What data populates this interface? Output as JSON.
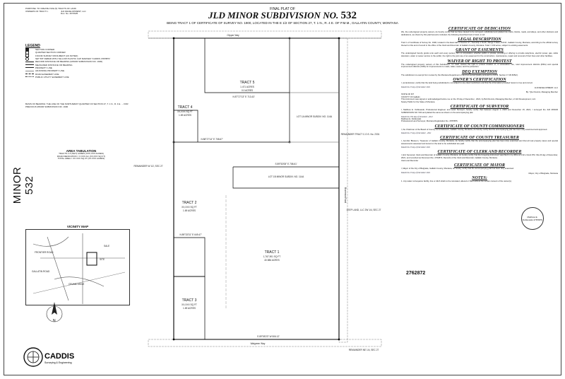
{
  "header": {
    "purpose_line": "PURPOSE:   TO CREATE FIVE (5) TRACTS OF LAND",
    "owner_rows": [
      [
        "OWNERS OF TRACT 1:",
        "JLD DEVELOPMENT, LLC"
      ],
      [
        "",
        "Doc. No. 2674625"
      ],
      [
        "",
        ""
      ]
    ],
    "final_plat": "FINAL PLAT OF",
    "title": "JLD MINOR SUBDIVISION NO.",
    "title_number": "532",
    "subtitle1": "BEING TRACT 1 OF CERTIFICATE OF SURVEY NO. 1900, LOCATED IN THE E 1/2 OF SECTION 27, T. 1 N., R. 4 E. OF P.M.M., GALLATIN COUNTY, MONTANA",
    "side_label": "MINOR 532"
  },
  "legend": {
    "heading": "LEGEND",
    "items": [
      "SECTION CORNER",
      "QUARTER SECTION CORNER",
      "FOUND SURVEY MONUMENT (AS NOTED)",
      "SET 5/8\" REBAR WITH YELLOW PLASTIC CAP MARKED \"CADDIS 47878PS\"",
      "RECORD DISTANCE OR BEARING (MINOR SUBDIVISION NO. 1900)",
      "MEASURED DISTANCE OR BEARING",
      "PROPERTY LINE",
      "ADJOINING PROPERTY LINE",
      "ROAD EASEMENT LINE",
      "PUBLIC UTILITY EASEMENT LINE"
    ]
  },
  "basis": "BASIS OF BEARING:  THE LINE OF THE NORTHWEST QUARTER OF SECTION 27, T. 1 N., R. 4 E. ... FOR PREVIOUS MINOR SUBDIVISION NO. 1900",
  "area_tab": {
    "heading": "AREA TABULATION",
    "lines": [
      "TRACTS 1-5 (NET) ACRES (XXX,XXX ACRES)",
      "ROAD DEDICATION = X.XXX AC (XX,XXX SQ FT)",
      "TOTAL AREA = XX.XXX SQ FT (XX.XXX ACRES)"
    ]
  },
  "vicinity": {
    "heading": "VICINITY MAP",
    "labels": [
      "FRONTIER ROAD",
      "SITE",
      "GALLATIN ROAD",
      "CRUMB DRIVE",
      "SALE"
    ]
  },
  "logo": {
    "name": "CADDIS",
    "sub": "Surveying & Engineering"
  },
  "plat": {
    "tracts": [
      {
        "name": "TRACT 1",
        "l1": "1,767,901 SQ FT",
        "l2": "40.586 ACRES"
      },
      {
        "name": "TRACT 2",
        "l1": "XX,XXX SQ FT",
        "l2": "1.69 ACRES"
      },
      {
        "name": "TRACT 3",
        "l1": "XX,XXX SQ FT",
        "l2": "1.69 ACRES"
      },
      {
        "name": "TRACT 4",
        "l1": "XX,XXX SQ FT",
        "l2": "1.69 ACRES"
      },
      {
        "name": "TRACT 5",
        "l1": "1.471 ACRES",
        "l2": "0.0 ACRES"
      }
    ],
    "neighbors": [
      "REMAINDER TRACT C.O.S. No. 2331",
      "LOT 1A MINOR SUBDIV. NO. 114A",
      "LOT 1B MINOR SUBDIV. NO. 114A",
      "REMAINDER W 1/2, SEC 27",
      "LEEP LAND, LLC 2W 1/4, SEC 27",
      "REMAINDER NE 1/4, SEC 27"
    ],
    "roads": [
      "Clipper Way",
      "Walgreen Way",
      "Bozeman Road"
    ],
    "bearings": [
      "N 87°27'13\" E 713.43'",
      "N 88°27'14\" E 708.67'",
      "S 89°53'08\" E 708.61'",
      "N 89°33'31\" E 649.47'",
      "S 89°55'23\" W 506.12'"
    ]
  },
  "right": {
    "dedication": {
      "heading": "CERTIFICATE OF DEDICATION",
      "text": "We, the undersigned property owners, do hereby certify that we have caused to be surveyed, subdivided and platted into tracts, blocks, roads, and alleys, and other divisions and dedications, as shown by this plat hereunto included, the following described tract of land, to wit:"
    },
    "legal": {
      "heading": "LEGAL DESCRIPTION",
      "text": "Tract 1 of Certificate of Survey No. 1900, located in the East Half of Section 27, Township 1 North, Range 4 East, P.M.M., Gallatin County, Montana, according to the official survey thereof on file and of record in the office of the Clerk and Recorder of Gallatin County, Montana. Total = 0.00 acres, subject to existing easements."
    },
    "easements": {
      "heading": "GRANT OF EASEMENTS",
      "text": "The undersigned hereby grants unto each and every person, firm or corporation, whether public or private, providing or offering to provide telephone, electric power, gas, cable television, water or sewer service to the public, the right to the joint use of an easement for the construction, maintenance, repair and removal of their lines and other facilities."
    },
    "waiver": {
      "heading": "WAIVER OF RIGHT TO PROTEST",
      "text": "The undersigned property owners of this Subdivision, for itself, waives the right to protest creation of, or annexation into, rural improvement districts (RIDs) and special improvement districts (SIDs) for improvements to roads, water, sewer, and fire protection."
    },
    "deq": {
      "heading": "DEQ EXEMPTION",
      "text": "The subdivision is exempt from review by the Montana Department of Environmental Quality pursuant to A.R.M. Section 17.36.605(2)."
    },
    "owner_cert": {
      "heading": "OWNER'S CERTIFICATION",
      "text": "I, as landowner, certify that the land being subdivided is not subject to any deed restrictions and that the information provided herein is true and correct.",
      "dated": "Dated this  15  day of  December  2021",
      "by": "JLD DEVELOPMENT, LLC",
      "by2": "By: Tyler Dennis, Managing Member",
      "state": "STATE OF   MT",
      "county": "COUNTY OF  Gallatin",
      "ack": "This instrument was signed or acknowledged before me on the  15  day of  December , 2021, by Bob Dennis, Managing Member, of JLD Development, LLC.",
      "notary": "Notary Public for the State of Montana"
    },
    "surveyor": {
      "heading": "CERTIFICATE OF SURVEYOR",
      "text": "I, Matthew E. Dobkowski, Professional Engineer and Land Surveyor, hereby certify that between August 1, 2020 and December 15, 2021, I surveyed the JLD MINOR SUBDIVISION NO. 532 and platted the same as shown on the accompanying plat.",
      "dated": "Dated this  15th  day of  December , 2021",
      "name": "Matthew E. Dobkowski",
      "lic": "Professional Land Surveyor, Montana Registration No. 47878PS",
      "seal": "Matthew E. Dobkowski 47878PS"
    },
    "commissioners": {
      "heading": "CERTIFICATE OF COUNTY COMMISSIONERS",
      "text": "I, the Chairman of the Board of County Commissioners, Gallatin County, Montana, do hereby certify that the accompanying plat has been duly examined and approved.",
      "dated": "Dated this  17  day of  December , 2021"
    },
    "treasurer": {
      "heading": "CERTIFICATE OF COUNTY TREASURER",
      "text": "I, Jennifer Blossom, Treasurer of Gallatin County, Montana, do hereby certify that the accompanying plat has been duly examined and that all real property taxes and special assessments assessed and levied on the land to be subdivided are paid.",
      "dated": "Dated this  15  day of  December  2021"
    },
    "recorder": {
      "heading": "CERTIFICATE OF CLERK AND RECORDER",
      "doc_no": "2762872",
      "text": "I, Eric Semerad, Clerk and Recorder of Gallatin County, Montana, do hereby certify that the foregoing instrument was filed in my office at 1:32 o'clock P.M. this 20 day of December, 2021, and recorded as Document No. 2762872, Records of the Clerk and Recorder, Gallatin County, Montana.",
      "clerk": "Clerk and Recorder"
    },
    "mayor": {
      "heading": "CERTIFICATE OF MAYOR",
      "text": "I, Mayor of the City of Belgrade, Gallatin County, Montana, do hereby certify that the accompanying plat has been duly examined.",
      "dated": "Dated this  15  day of  December  2021",
      "title": "Mayor, City of Belgrade, Montana"
    },
    "notes": {
      "heading": "NOTES:",
      "text": "1.   Any water conveyance facility, line or ditch shall not be relocated, altered or filled without the written consent of the owner(s)."
    }
  }
}
